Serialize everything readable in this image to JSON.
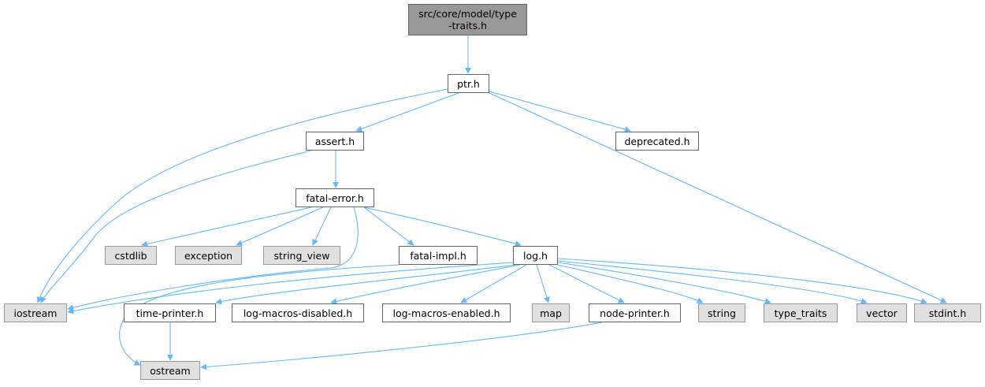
{
  "diagram": {
    "nodes": [
      {
        "id": "root",
        "label": "src/core/model/type\n-traits.h",
        "kind": "root"
      },
      {
        "id": "ptr",
        "label": "ptr.h",
        "kind": "normal"
      },
      {
        "id": "assert",
        "label": "assert.h",
        "kind": "normal"
      },
      {
        "id": "deprecated",
        "label": "deprecated.h",
        "kind": "normal"
      },
      {
        "id": "fatal_error",
        "label": "fatal-error.h",
        "kind": "normal"
      },
      {
        "id": "cstdlib",
        "label": "cstdlib",
        "kind": "system"
      },
      {
        "id": "exception",
        "label": "exception",
        "kind": "system"
      },
      {
        "id": "string_view",
        "label": "string_view",
        "kind": "system"
      },
      {
        "id": "fatal_impl",
        "label": "fatal-impl.h",
        "kind": "normal"
      },
      {
        "id": "log",
        "label": "log.h",
        "kind": "normal"
      },
      {
        "id": "iostream",
        "label": "iostream",
        "kind": "system"
      },
      {
        "id": "time_printer",
        "label": "time-printer.h",
        "kind": "normal"
      },
      {
        "id": "log_macros_disabled",
        "label": "log-macros-disabled.h",
        "kind": "normal"
      },
      {
        "id": "log_macros_enabled",
        "label": "log-macros-enabled.h",
        "kind": "normal"
      },
      {
        "id": "map",
        "label": "map",
        "kind": "system"
      },
      {
        "id": "node_printer",
        "label": "node-printer.h",
        "kind": "normal"
      },
      {
        "id": "string",
        "label": "string",
        "kind": "system"
      },
      {
        "id": "type_traits",
        "label": "type_traits",
        "kind": "system"
      },
      {
        "id": "vector",
        "label": "vector",
        "kind": "system"
      },
      {
        "id": "stdint",
        "label": "stdint.h",
        "kind": "system"
      },
      {
        "id": "ostream",
        "label": "ostream",
        "kind": "system"
      }
    ],
    "edges": [
      {
        "from": "root",
        "to": "ptr"
      },
      {
        "from": "ptr",
        "to": "iostream"
      },
      {
        "from": "ptr",
        "to": "assert"
      },
      {
        "from": "ptr",
        "to": "deprecated"
      },
      {
        "from": "ptr",
        "to": "stdint"
      },
      {
        "from": "assert",
        "to": "iostream"
      },
      {
        "from": "assert",
        "to": "fatal_error"
      },
      {
        "from": "fatal_error",
        "to": "cstdlib"
      },
      {
        "from": "fatal_error",
        "to": "exception"
      },
      {
        "from": "fatal_error",
        "to": "string_view"
      },
      {
        "from": "fatal_error",
        "to": "iostream"
      },
      {
        "from": "fatal_error",
        "to": "fatal_impl"
      },
      {
        "from": "fatal_error",
        "to": "log"
      },
      {
        "from": "fatal_impl",
        "to": "ostream"
      },
      {
        "from": "log",
        "to": "iostream"
      },
      {
        "from": "log",
        "to": "time_printer"
      },
      {
        "from": "log",
        "to": "log_macros_disabled"
      },
      {
        "from": "log",
        "to": "log_macros_enabled"
      },
      {
        "from": "log",
        "to": "map"
      },
      {
        "from": "log",
        "to": "node_printer"
      },
      {
        "from": "log",
        "to": "string"
      },
      {
        "from": "log",
        "to": "type_traits"
      },
      {
        "from": "log",
        "to": "vector"
      },
      {
        "from": "log",
        "to": "stdint"
      },
      {
        "from": "time_printer",
        "to": "ostream"
      },
      {
        "from": "node_printer",
        "to": "ostream"
      }
    ],
    "colors": {
      "edge": "#63b8ff",
      "root_fill": "#999999",
      "system_fill": "#e0e0e0",
      "normal_fill": "#ffffff"
    }
  }
}
